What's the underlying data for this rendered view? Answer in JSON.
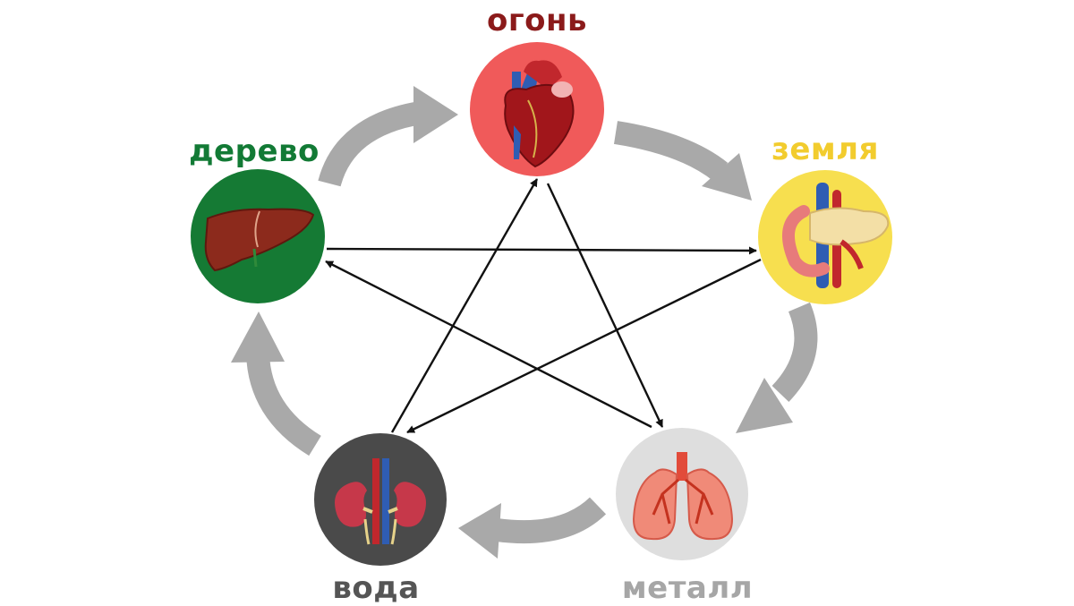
{
  "elements": {
    "fire": {
      "label": "огонь",
      "label_color": "#8b1a1a",
      "circle_color": "#f05a5a",
      "organ": "heart-icon"
    },
    "earth": {
      "label": "земля",
      "label_color": "#f2cc2e",
      "circle_color": "#f7df4f",
      "organ": "pancreas-icon"
    },
    "metal": {
      "label": "металл",
      "label_color": "#a6a6a6",
      "circle_color": "#dedede",
      "organ": "lungs-icon"
    },
    "water": {
      "label": "вода",
      "label_color": "#555555",
      "circle_color": "#4a4a4a",
      "organ": "kidneys-icon"
    },
    "wood": {
      "label": "дерево",
      "label_color": "#127a35",
      "circle_color": "#157a34",
      "organ": "liver-icon"
    }
  },
  "colors": {
    "generating_cycle_arrow": "#a9a9a9",
    "controlling_cycle_arrow": "#111111"
  }
}
